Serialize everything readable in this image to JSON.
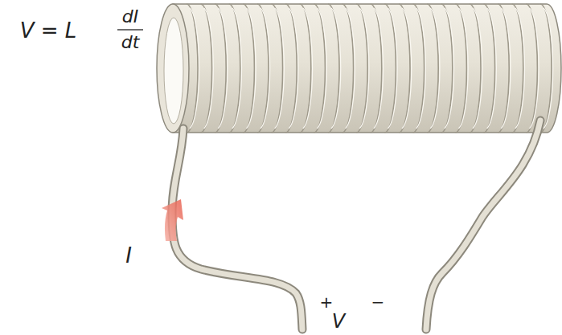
{
  "diagram": {
    "labels": [
      "V = L",
      "dI",
      "dt",
      "I",
      "+",
      "−",
      "V"
    ]
  }
}
